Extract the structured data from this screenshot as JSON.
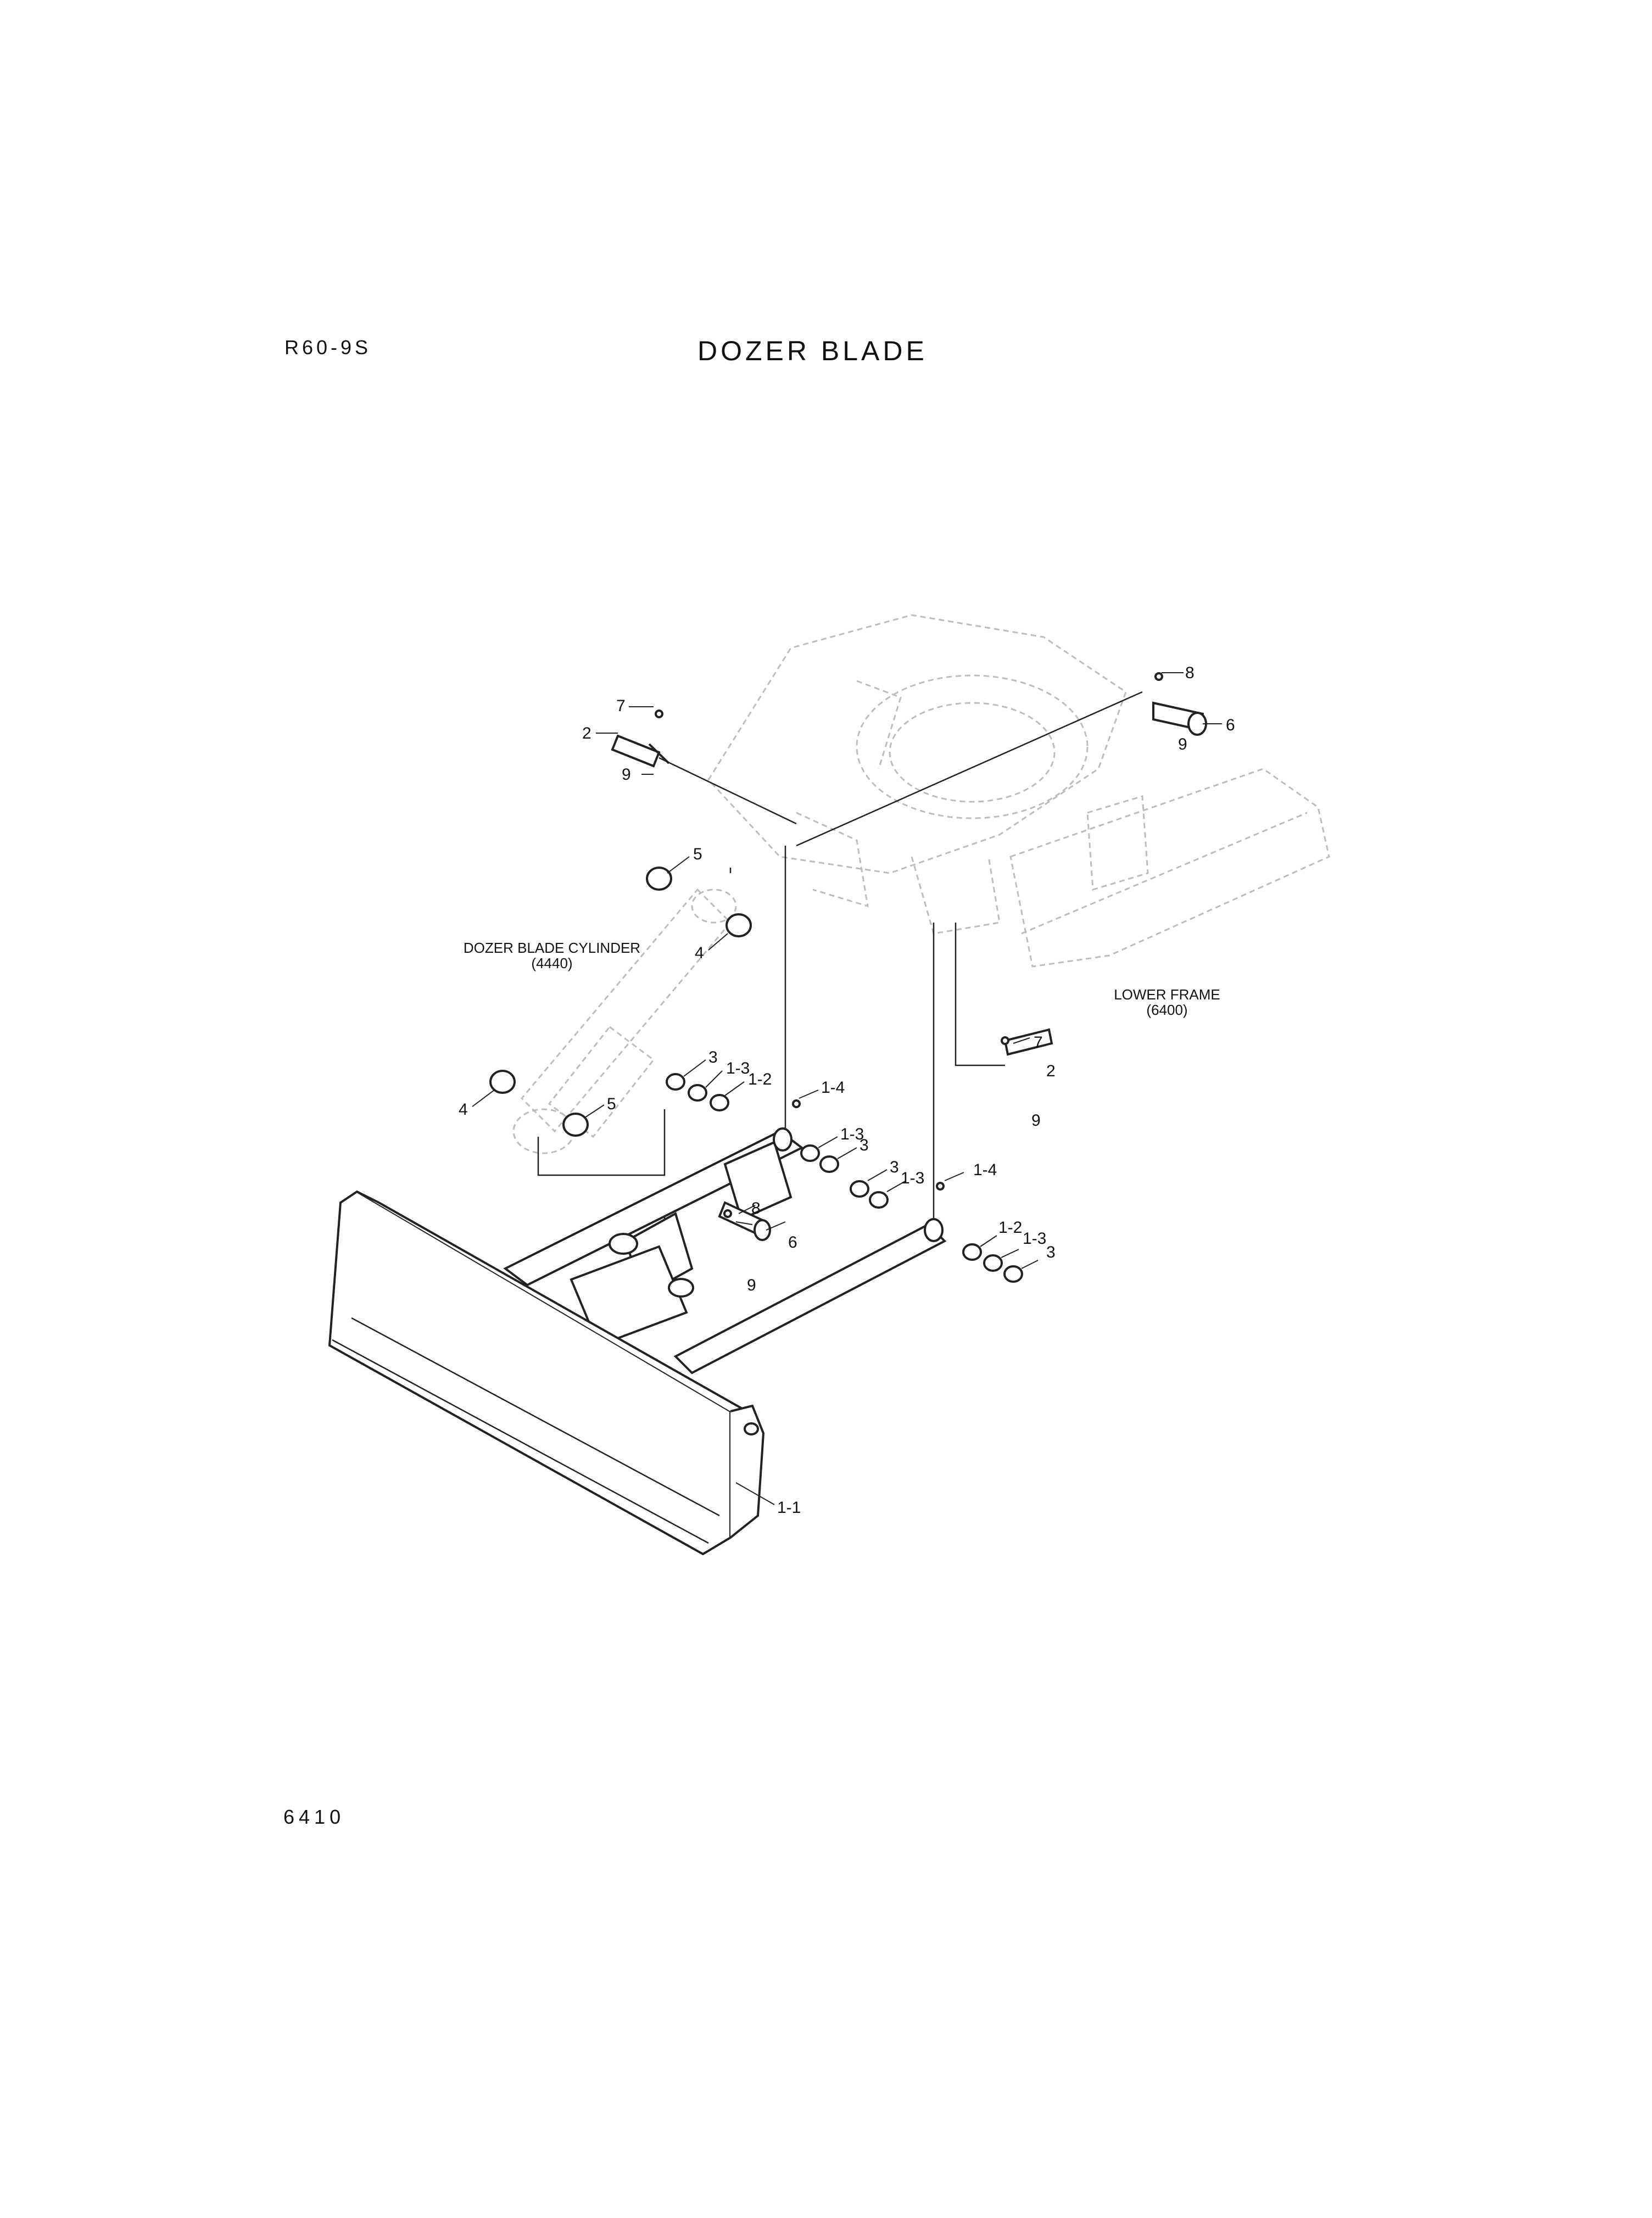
{
  "header": {
    "model": "R60-9S",
    "title": "DOZER BLADE"
  },
  "footer": {
    "page_number": "6410"
  },
  "references": {
    "cylinder_name": "DOZER BLADE CYLINDER",
    "cylinder_code": "(4440)",
    "frame_name": "LOWER FRAME",
    "frame_code": "(6400)"
  },
  "callouts": {
    "c7_top": "7",
    "c2_top": "2",
    "c9_top": "9",
    "c8_topright": "8",
    "c6_topright": "6",
    "c9_topright": "9",
    "c5_upper": "5",
    "c4_upper": "4",
    "c4_lower": "4",
    "c5_lower": "5",
    "c3_a": "3",
    "c13_a": "1-3",
    "c12_a": "1-2",
    "c14_a": "1-4",
    "c13_b": "1-3",
    "c3_b": "3",
    "c3_c": "3",
    "c13_c": "1-3",
    "c14_b": "1-4",
    "c7_right": "7",
    "c2_right": "2",
    "c9_right": "9",
    "c8_mid": "8",
    "c6_mid": "6",
    "c9_mid": "9",
    "c12_b": "1-2",
    "c13_d": "1-3",
    "c3_d": "3",
    "c11": "1-1"
  }
}
